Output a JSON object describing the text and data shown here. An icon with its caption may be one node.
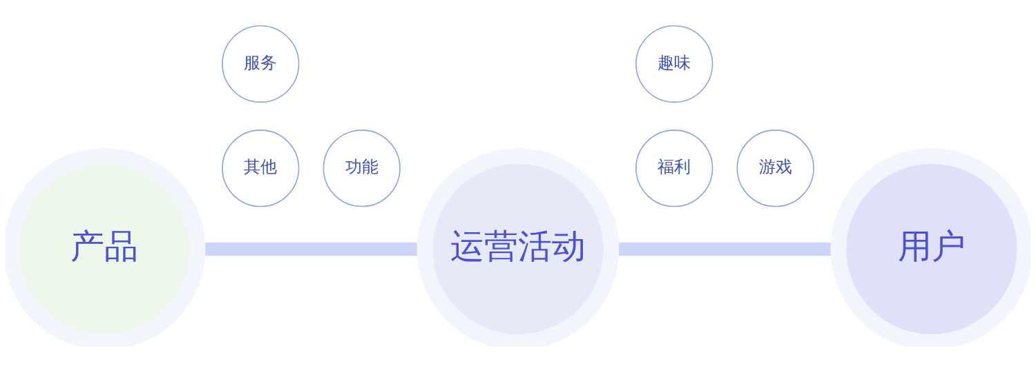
{
  "diagram": {
    "nodes": [
      {
        "text": [
          "产品"
        ]
      },
      {
        "text": [
          "服务"
        ]
      },
      {
        "text": [
          "其他"
        ]
      },
      {
        "text": [
          "功能"
        ]
      },
      {
        "text": [
          "运营活动"
        ]
      },
      {
        "text": [
          "趣味"
        ]
      },
      {
        "text": [
          "福利"
        ]
      },
      {
        "text": [
          "游戏"
        ]
      },
      {
        "text": [
          "用户"
        ]
      }
    ],
    "edges": [
      {
        "from": 0,
        "to": 4,
        "arrow": "none"
      },
      {
        "from": 4,
        "to": 8,
        "arrow": "none"
      }
    ]
  }
}
